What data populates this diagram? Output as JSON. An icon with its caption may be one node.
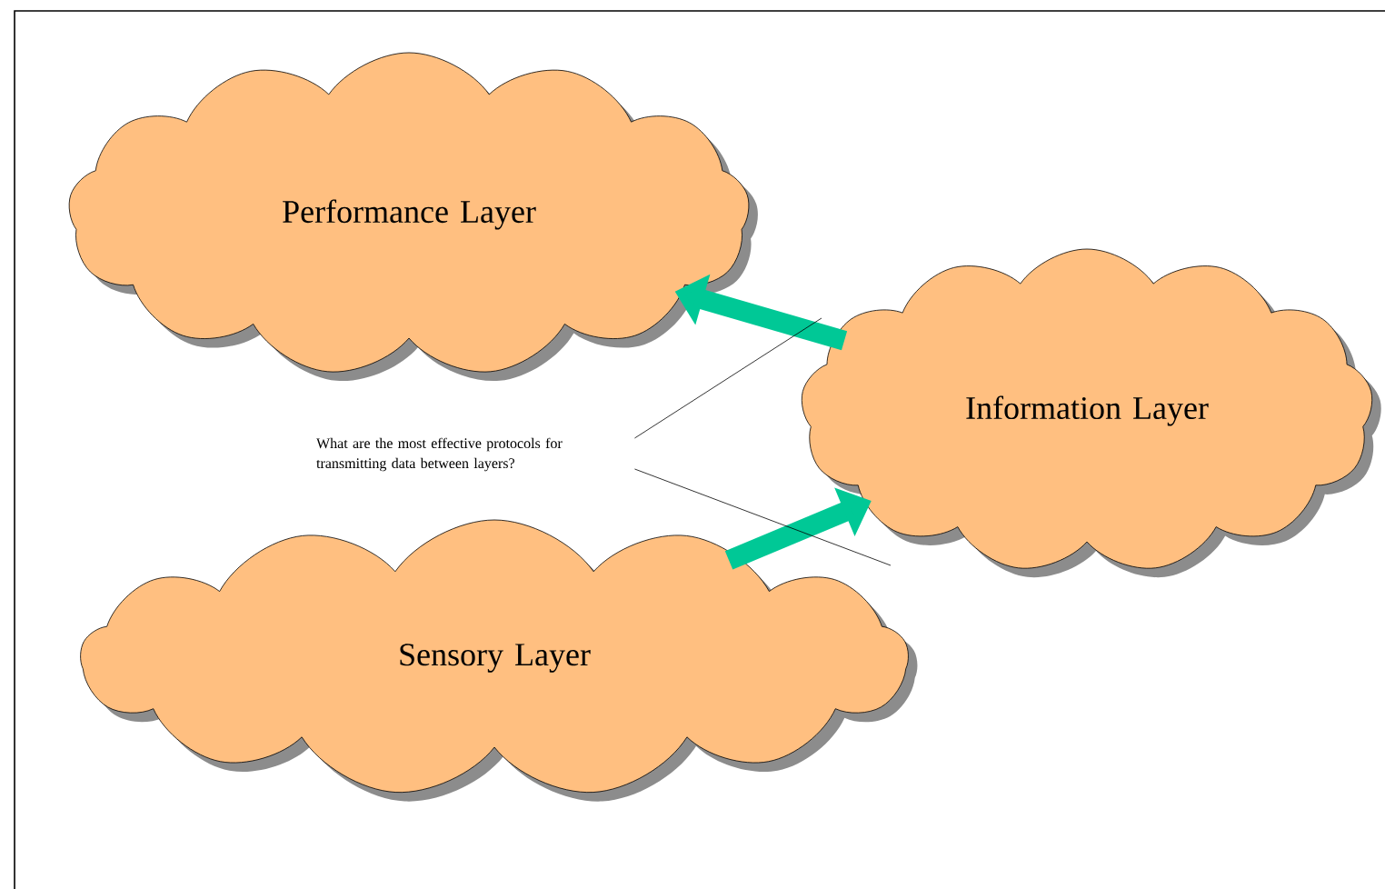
{
  "diagram": {
    "nodes": [
      {
        "text": [
          "Performance Layer"
        ]
      },
      {
        "text": [
          "Information Layer"
        ]
      },
      {
        "text": [
          "What are the most effective protocols for transmitting data between layers?"
        ]
      },
      {
        "text": [
          "Sensory Layer"
        ]
      }
    ],
    "edges": [
      {
        "from": 3,
        "to": 1,
        "arrow": "to",
        "style": "thick"
      },
      {
        "from": 1,
        "to": 0,
        "arrow": "to",
        "style": "thick"
      },
      {
        "from": 2,
        "to": null,
        "arrow": "none",
        "color": "#000000"
      },
      {
        "from": 2,
        "to": null,
        "arrow": "none",
        "color": "#000000"
      }
    ]
  }
}
